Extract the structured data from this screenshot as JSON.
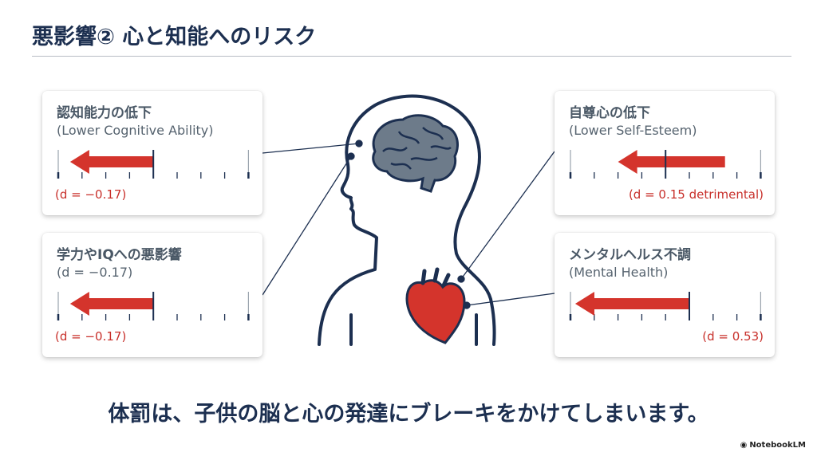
{
  "title": "悪影響② 心と知能へのリスク",
  "cards": [
    {
      "heading": "認知能力の低下",
      "subtitle": "(Lower Cognitive Ability)",
      "label": "(d = −0.17)",
      "effect": -0.17
    },
    {
      "heading": "学力やIQへの悪影響",
      "subtitle": "(d = −0.17)",
      "label": "(d = −0.17)",
      "effect": -0.17
    },
    {
      "heading": "自尊心の低下",
      "subtitle": "(Lower Self-Esteem)",
      "label": "(d = 0.15 detrimental)",
      "effect": 0.15
    },
    {
      "heading": "メンタルヘルス不調",
      "subtitle": "(Mental Health)",
      "label": "(d = 0.53)",
      "effect": 0.53
    }
  ],
  "bottom_text": "体罰は、子供の脳と心の発達にブレーキをかけてしまいます。",
  "logo": "NotebookLM",
  "colors": {
    "navy": "#1c2f50",
    "red": "#d4342c"
  }
}
